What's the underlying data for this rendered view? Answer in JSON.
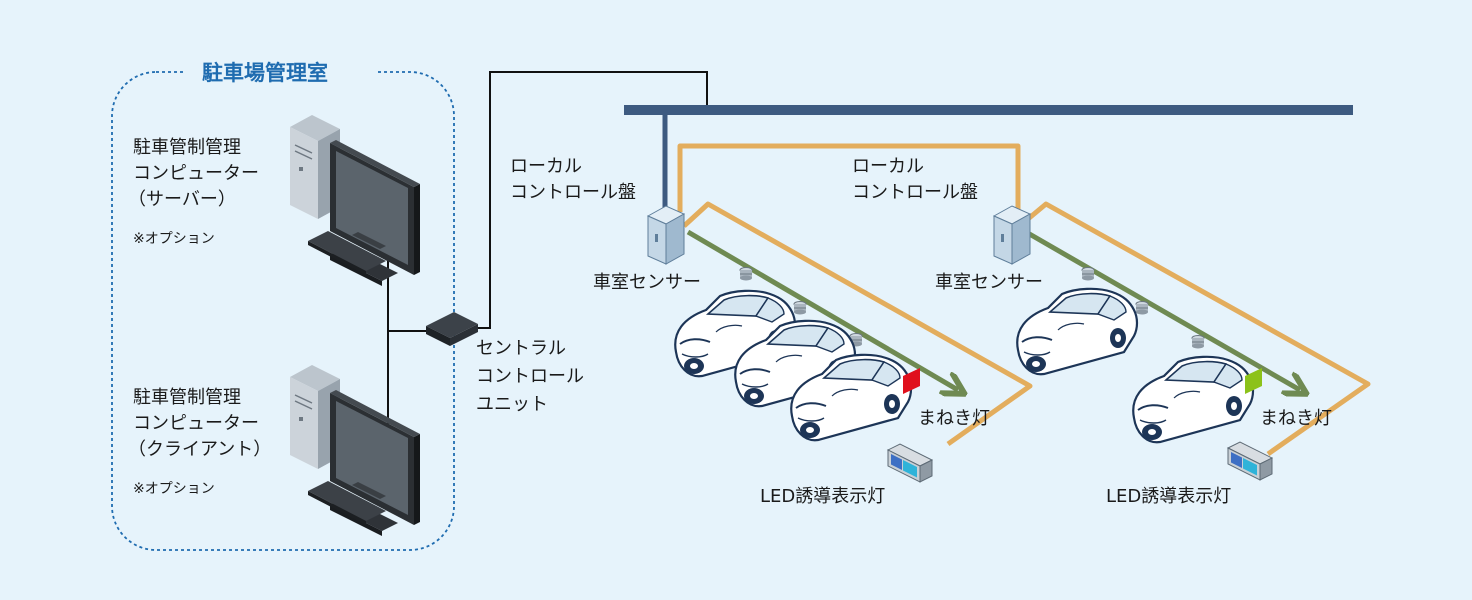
{
  "room": {
    "title": "駐車場管理室",
    "server": {
      "line1": "駐車管制管理",
      "line2": "コンピューター",
      "line3": "（サーバー）",
      "option": "※オプション"
    },
    "client": {
      "line1": "駐車管制管理",
      "line2": "コンピューター",
      "line3": "（クライアント）",
      "option": "※オプション"
    }
  },
  "central_unit": {
    "line1": "セントラル",
    "line2": "コントロール",
    "line3": "ユニット"
  },
  "zones": [
    {
      "panel_line1": "ローカル",
      "panel_line2": "コントロール盤",
      "sensor": "車室センサー",
      "lamp": "まねき灯",
      "led_sign": "LED誘導表示灯",
      "lamp_color": "#e0101c"
    },
    {
      "panel_line1": "ローカル",
      "panel_line2": "コントロール盤",
      "sensor": "車室センサー",
      "lamp": "まねき灯",
      "led_sign": "LED誘導表示灯",
      "lamp_color": "#8cc21a"
    }
  ],
  "colors": {
    "background": "#e6f3fb",
    "room_border": "#1f6cb0",
    "bus": "#3d5a80",
    "orange_line": "#e3ad5d",
    "green_line": "#6f8a52",
    "black_line": "#111111"
  }
}
